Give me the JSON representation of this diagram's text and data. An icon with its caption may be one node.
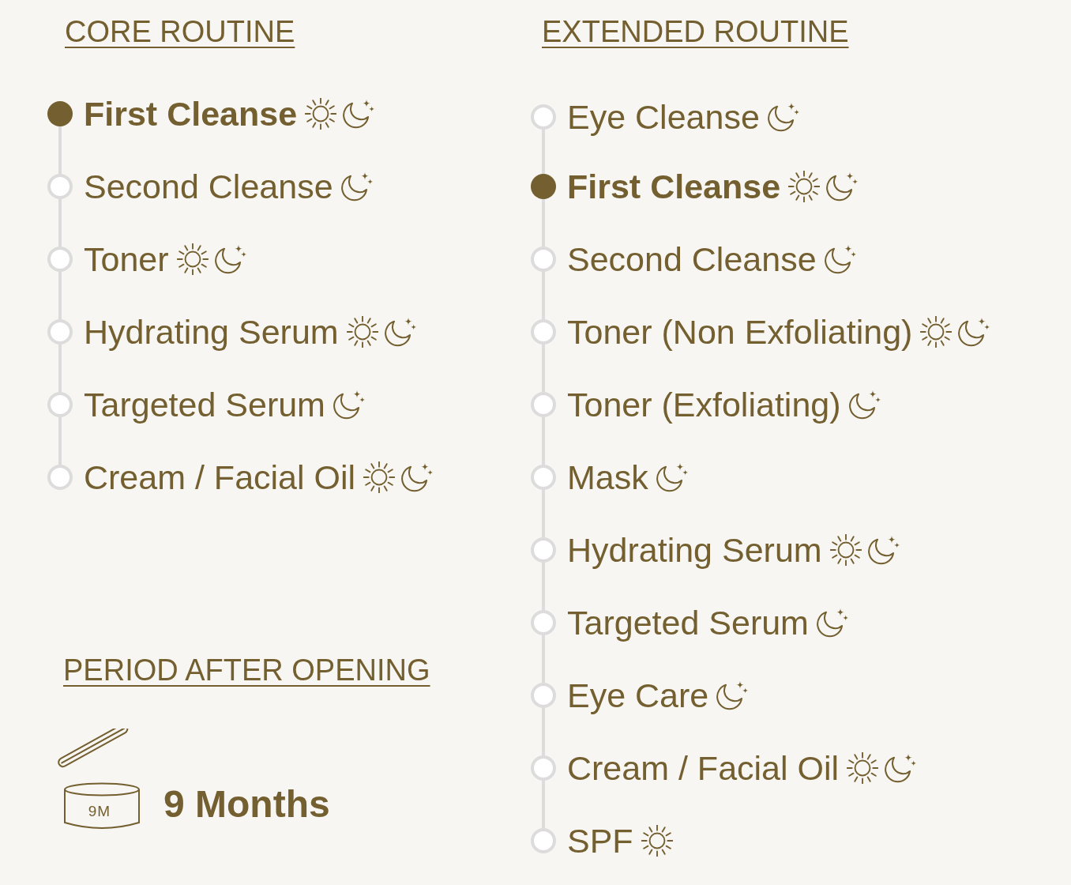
{
  "diagram": {
    "nodes": [
      {
        "text": [],
        "shape": "circle",
        "beside": [
          "First Cleanse"
        ]
      },
      {
        "text": [],
        "shape": "circle",
        "beside": [
          "Second Cleanse"
        ]
      },
      {
        "text": [],
        "shape": "circle",
        "beside": [
          "Toner"
        ]
      },
      {
        "text": [],
        "shape": "circle",
        "beside": [
          "Hydrating Serum"
        ]
      },
      {
        "text": [],
        "shape": "circle",
        "beside": [
          "Targeted Serum"
        ]
      },
      {
        "text": [],
        "shape": "circle",
        "beside": [
          "Cream / Facial Oil"
        ]
      },
      {
        "text": [],
        "shape": "circle",
        "beside": [
          "Eye Cleanse"
        ]
      },
      {
        "text": [],
        "shape": "circle",
        "beside": [
          "First Cleanse"
        ]
      },
      {
        "text": [],
        "shape": "circle",
        "beside": [
          "Second Cleanse"
        ]
      },
      {
        "text": [],
        "shape": "circle",
        "beside": [
          "Toner (Non Exfoliating)"
        ]
      },
      {
        "text": [],
        "shape": "circle",
        "beside": [
          "Toner (Exfoliating)"
        ]
      },
      {
        "text": [],
        "shape": "circle",
        "beside": [
          "Mask"
        ]
      },
      {
        "text": [],
        "shape": "circle",
        "beside": [
          "Hydrating Serum"
        ]
      },
      {
        "text": [],
        "shape": "circle",
        "beside": [
          "Targeted Serum"
        ]
      },
      {
        "text": [],
        "shape": "circle",
        "beside": [
          "Eye Care"
        ]
      },
      {
        "text": [],
        "shape": "circle",
        "beside": [
          "Cream / Facial Oil"
        ]
      },
      {
        "text": [],
        "shape": "circle",
        "beside": [
          "SPF"
        ]
      }
    ],
    "edges": [
      {
        "from": 0,
        "to": 1,
        "arrow": "none"
      },
      {
        "from": 1,
        "to": 2,
        "arrow": "none"
      },
      {
        "from": 2,
        "to": 3,
        "arrow": "none"
      },
      {
        "from": 3,
        "to": 4,
        "arrow": "none"
      },
      {
        "from": 4,
        "to": 5,
        "arrow": "none"
      },
      {
        "from": 6,
        "to": 7,
        "arrow": "none"
      },
      {
        "from": 7,
        "to": 8,
        "arrow": "none"
      },
      {
        "from": 8,
        "to": 9,
        "arrow": "none"
      },
      {
        "from": 9,
        "to": 10,
        "arrow": "none"
      },
      {
        "from": 10,
        "to": 11,
        "arrow": "none"
      },
      {
        "from": 11,
        "to": 12,
        "arrow": "none"
      },
      {
        "from": 12,
        "to": 13,
        "arrow": "none"
      },
      {
        "from": 13,
        "to": 14,
        "arrow": "none"
      },
      {
        "from": 14,
        "to": 15,
        "arrow": "none"
      },
      {
        "from": 15,
        "to": 16,
        "arrow": "none"
      }
    ],
    "labels": [
      "CORE ROUTINE",
      "EXTENDED ROUTINE",
      "PERIOD AFTER OPENING",
      "9M",
      "9 Months"
    ]
  }
}
